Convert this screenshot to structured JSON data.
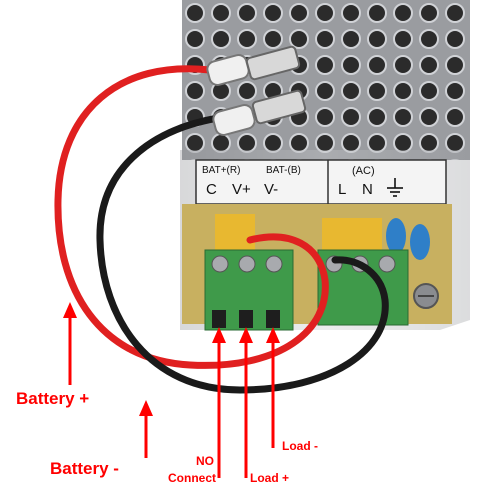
{
  "panel": {
    "bat_plus": "BAT+(R)",
    "bat_minus": "BAT-(B)",
    "c": "C",
    "vplus": "V+",
    "vminus": "V-",
    "ac": "(AC)",
    "l": "L",
    "n": "N"
  },
  "labels": {
    "battery_plus": "Battery +",
    "battery_minus": "Battery -",
    "no_connect_1": "NO",
    "no_connect_2": "Connect",
    "load_plus": "Load +",
    "load_minus": "Load -"
  },
  "colors": {
    "annotation": "#ff0000",
    "wire_red": "#e02020",
    "wire_black": "#1a1a1a",
    "terminal_green": "#3f9a4a",
    "pcb": "#c8b060",
    "metal": "#a8aaae"
  },
  "icons": {
    "ground": "ground-symbol-icon"
  }
}
